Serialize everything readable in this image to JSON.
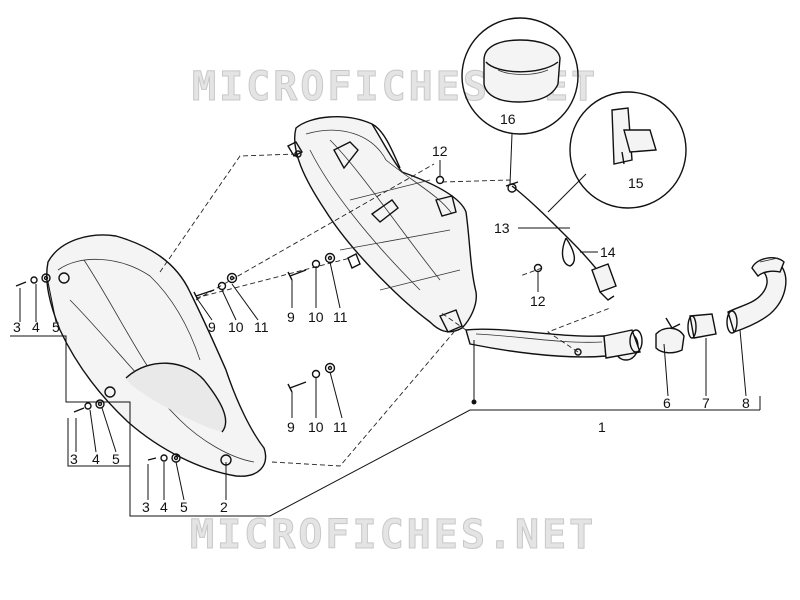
{
  "watermark": {
    "top": "MICROFICHES.NET",
    "bottom": "MICROFICHES.NET"
  },
  "callouts": [
    {
      "id": "c1",
      "text": "1"
    },
    {
      "id": "c2",
      "text": "2"
    },
    {
      "id": "c3a",
      "text": "3"
    },
    {
      "id": "c4a",
      "text": "4"
    },
    {
      "id": "c5a",
      "text": "5"
    },
    {
      "id": "c3b",
      "text": "3"
    },
    {
      "id": "c4b",
      "text": "4"
    },
    {
      "id": "c5b",
      "text": "5"
    },
    {
      "id": "c3c",
      "text": "3"
    },
    {
      "id": "c4c",
      "text": "4"
    },
    {
      "id": "c5c",
      "text": "5"
    },
    {
      "id": "c6",
      "text": "6"
    },
    {
      "id": "c7",
      "text": "7"
    },
    {
      "id": "c8",
      "text": "8"
    },
    {
      "id": "c9a",
      "text": "9"
    },
    {
      "id": "c10a",
      "text": "10"
    },
    {
      "id": "c11a",
      "text": "11"
    },
    {
      "id": "c9b",
      "text": "9"
    },
    {
      "id": "c10b",
      "text": "10"
    },
    {
      "id": "c11b",
      "text": "11"
    },
    {
      "id": "c9c",
      "text": "9"
    },
    {
      "id": "c10c",
      "text": "10"
    },
    {
      "id": "c11c",
      "text": "11"
    },
    {
      "id": "c12a",
      "text": "12"
    },
    {
      "id": "c12b",
      "text": "12"
    },
    {
      "id": "c13",
      "text": "13"
    },
    {
      "id": "c14",
      "text": "14"
    },
    {
      "id": "c15",
      "text": "15"
    },
    {
      "id": "c16",
      "text": "16"
    }
  ]
}
